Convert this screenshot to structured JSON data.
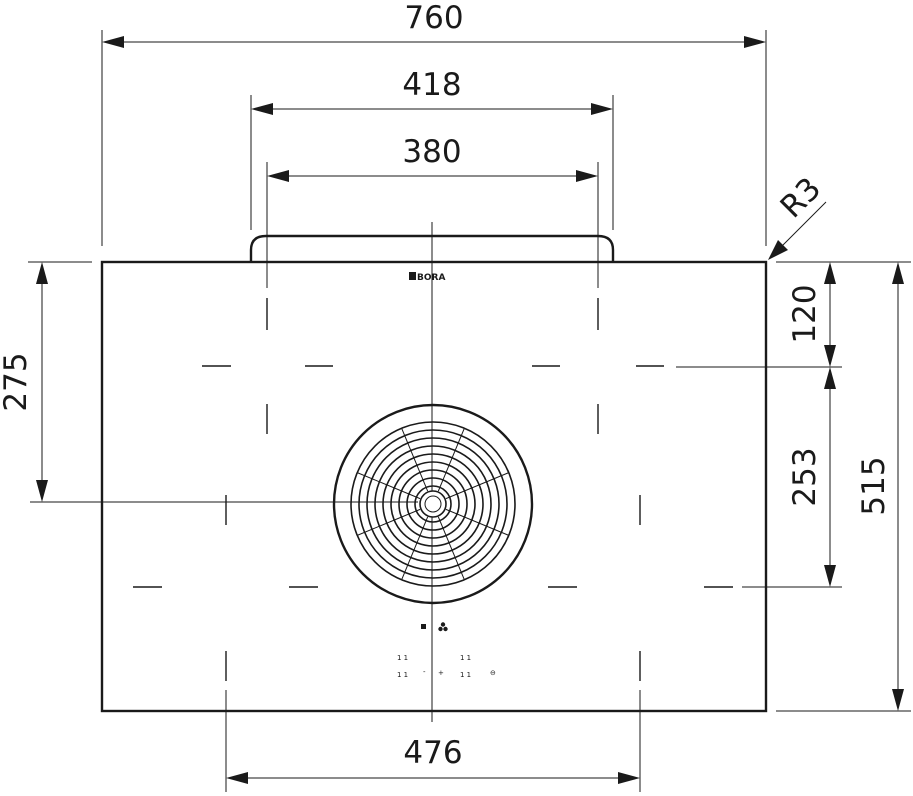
{
  "dimensions": {
    "overall_width": "760",
    "cutout_outer_width": "418",
    "cutout_inner_width": "380",
    "corner_radius": "R3",
    "left_depth": "275",
    "top_depth": "120",
    "middle_depth": "253",
    "overall_depth": "515",
    "bottom_width": "476"
  },
  "cooktop": {
    "brand_logo": "BORA"
  },
  "controls": {
    "left_slider_label": "1 1",
    "minus_label": "-",
    "plus_label": "+",
    "right_slider_label": "1 1",
    "power_label": "⊖"
  }
}
